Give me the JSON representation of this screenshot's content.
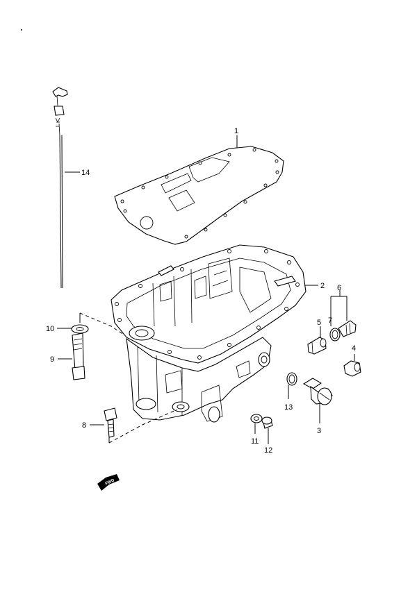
{
  "callouts": {
    "c1": "1",
    "c2": "2",
    "c3": "3",
    "c4": "4",
    "c5": "5",
    "c6": "6",
    "c7": "7",
    "c8": "8",
    "c9": "9",
    "c10": "10",
    "c11": "11",
    "c12": "12",
    "c13": "13",
    "c14": "14"
  },
  "fwd_arrow": {
    "label": "FWD"
  }
}
